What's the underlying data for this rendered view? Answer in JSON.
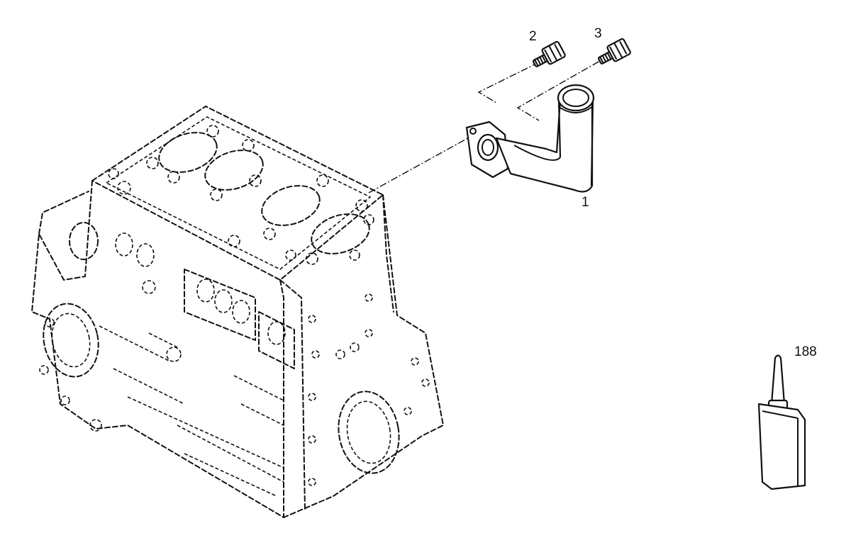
{
  "diagram": {
    "callouts": [
      {
        "id": "part-1",
        "label": "1"
      },
      {
        "id": "part-2",
        "label": "2"
      },
      {
        "id": "part-3",
        "label": "3"
      },
      {
        "id": "part-188",
        "label": "188"
      }
    ],
    "parts": [
      {
        "id": "engine-block",
        "icon": "engine-block-icon"
      },
      {
        "id": "elbow-pipe",
        "icon": "elbow-pipe-icon"
      },
      {
        "id": "screw-2",
        "icon": "screw-icon"
      },
      {
        "id": "screw-3",
        "icon": "screw-icon"
      },
      {
        "id": "sealant-tube",
        "icon": "sealant-tube-icon"
      }
    ]
  }
}
